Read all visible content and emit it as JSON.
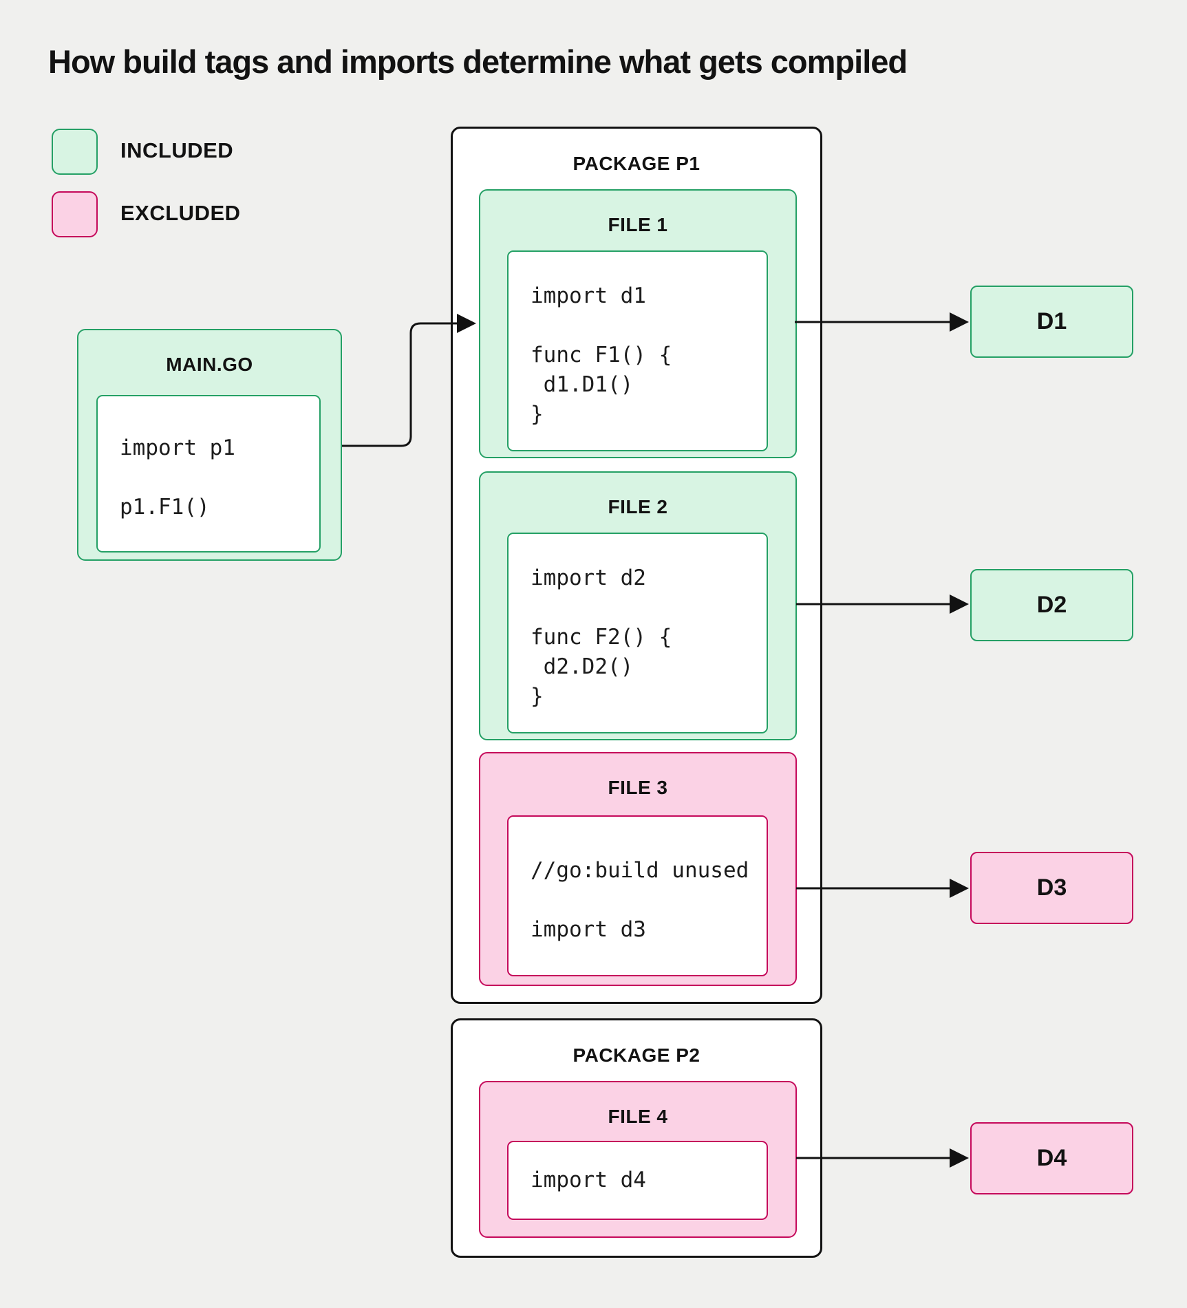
{
  "title": "How build tags and imports determine what gets compiled",
  "colors": {
    "background": "#f0f0ee",
    "included_fill": "#d8f4e3",
    "included_border": "#24a065",
    "excluded_fill": "#fbd2e5",
    "excluded_border": "#c5095b",
    "line": "#121212"
  },
  "legend": {
    "included_label": "INCLUDED",
    "excluded_label": "EXCLUDED"
  },
  "main_go": {
    "title": "MAIN.GO",
    "status": "included",
    "code": "import p1\n\np1.F1()"
  },
  "packages": [
    {
      "title": "PACKAGE P1",
      "files": [
        {
          "title": "FILE 1",
          "status": "included",
          "code": "import d1\n\nfunc F1() {\n d1.D1()\n}"
        },
        {
          "title": "FILE 2",
          "status": "included",
          "code": "import d2\n\nfunc F2() {\n d2.D2()\n}"
        },
        {
          "title": "FILE 3",
          "status": "excluded",
          "code": "//go:build unused\n\nimport d3"
        }
      ]
    },
    {
      "title": "PACKAGE P2",
      "files": [
        {
          "title": "FILE 4",
          "status": "excluded",
          "code": "import d4"
        }
      ]
    }
  ],
  "dependencies": [
    {
      "label": "D1",
      "status": "included"
    },
    {
      "label": "D2",
      "status": "included"
    },
    {
      "label": "D3",
      "status": "excluded"
    },
    {
      "label": "D4",
      "status": "excluded"
    }
  ],
  "edges": [
    "main.go -> file1",
    "file1 -> D1",
    "file2 -> D2",
    "file3 -> D3",
    "file4 -> D4"
  ]
}
